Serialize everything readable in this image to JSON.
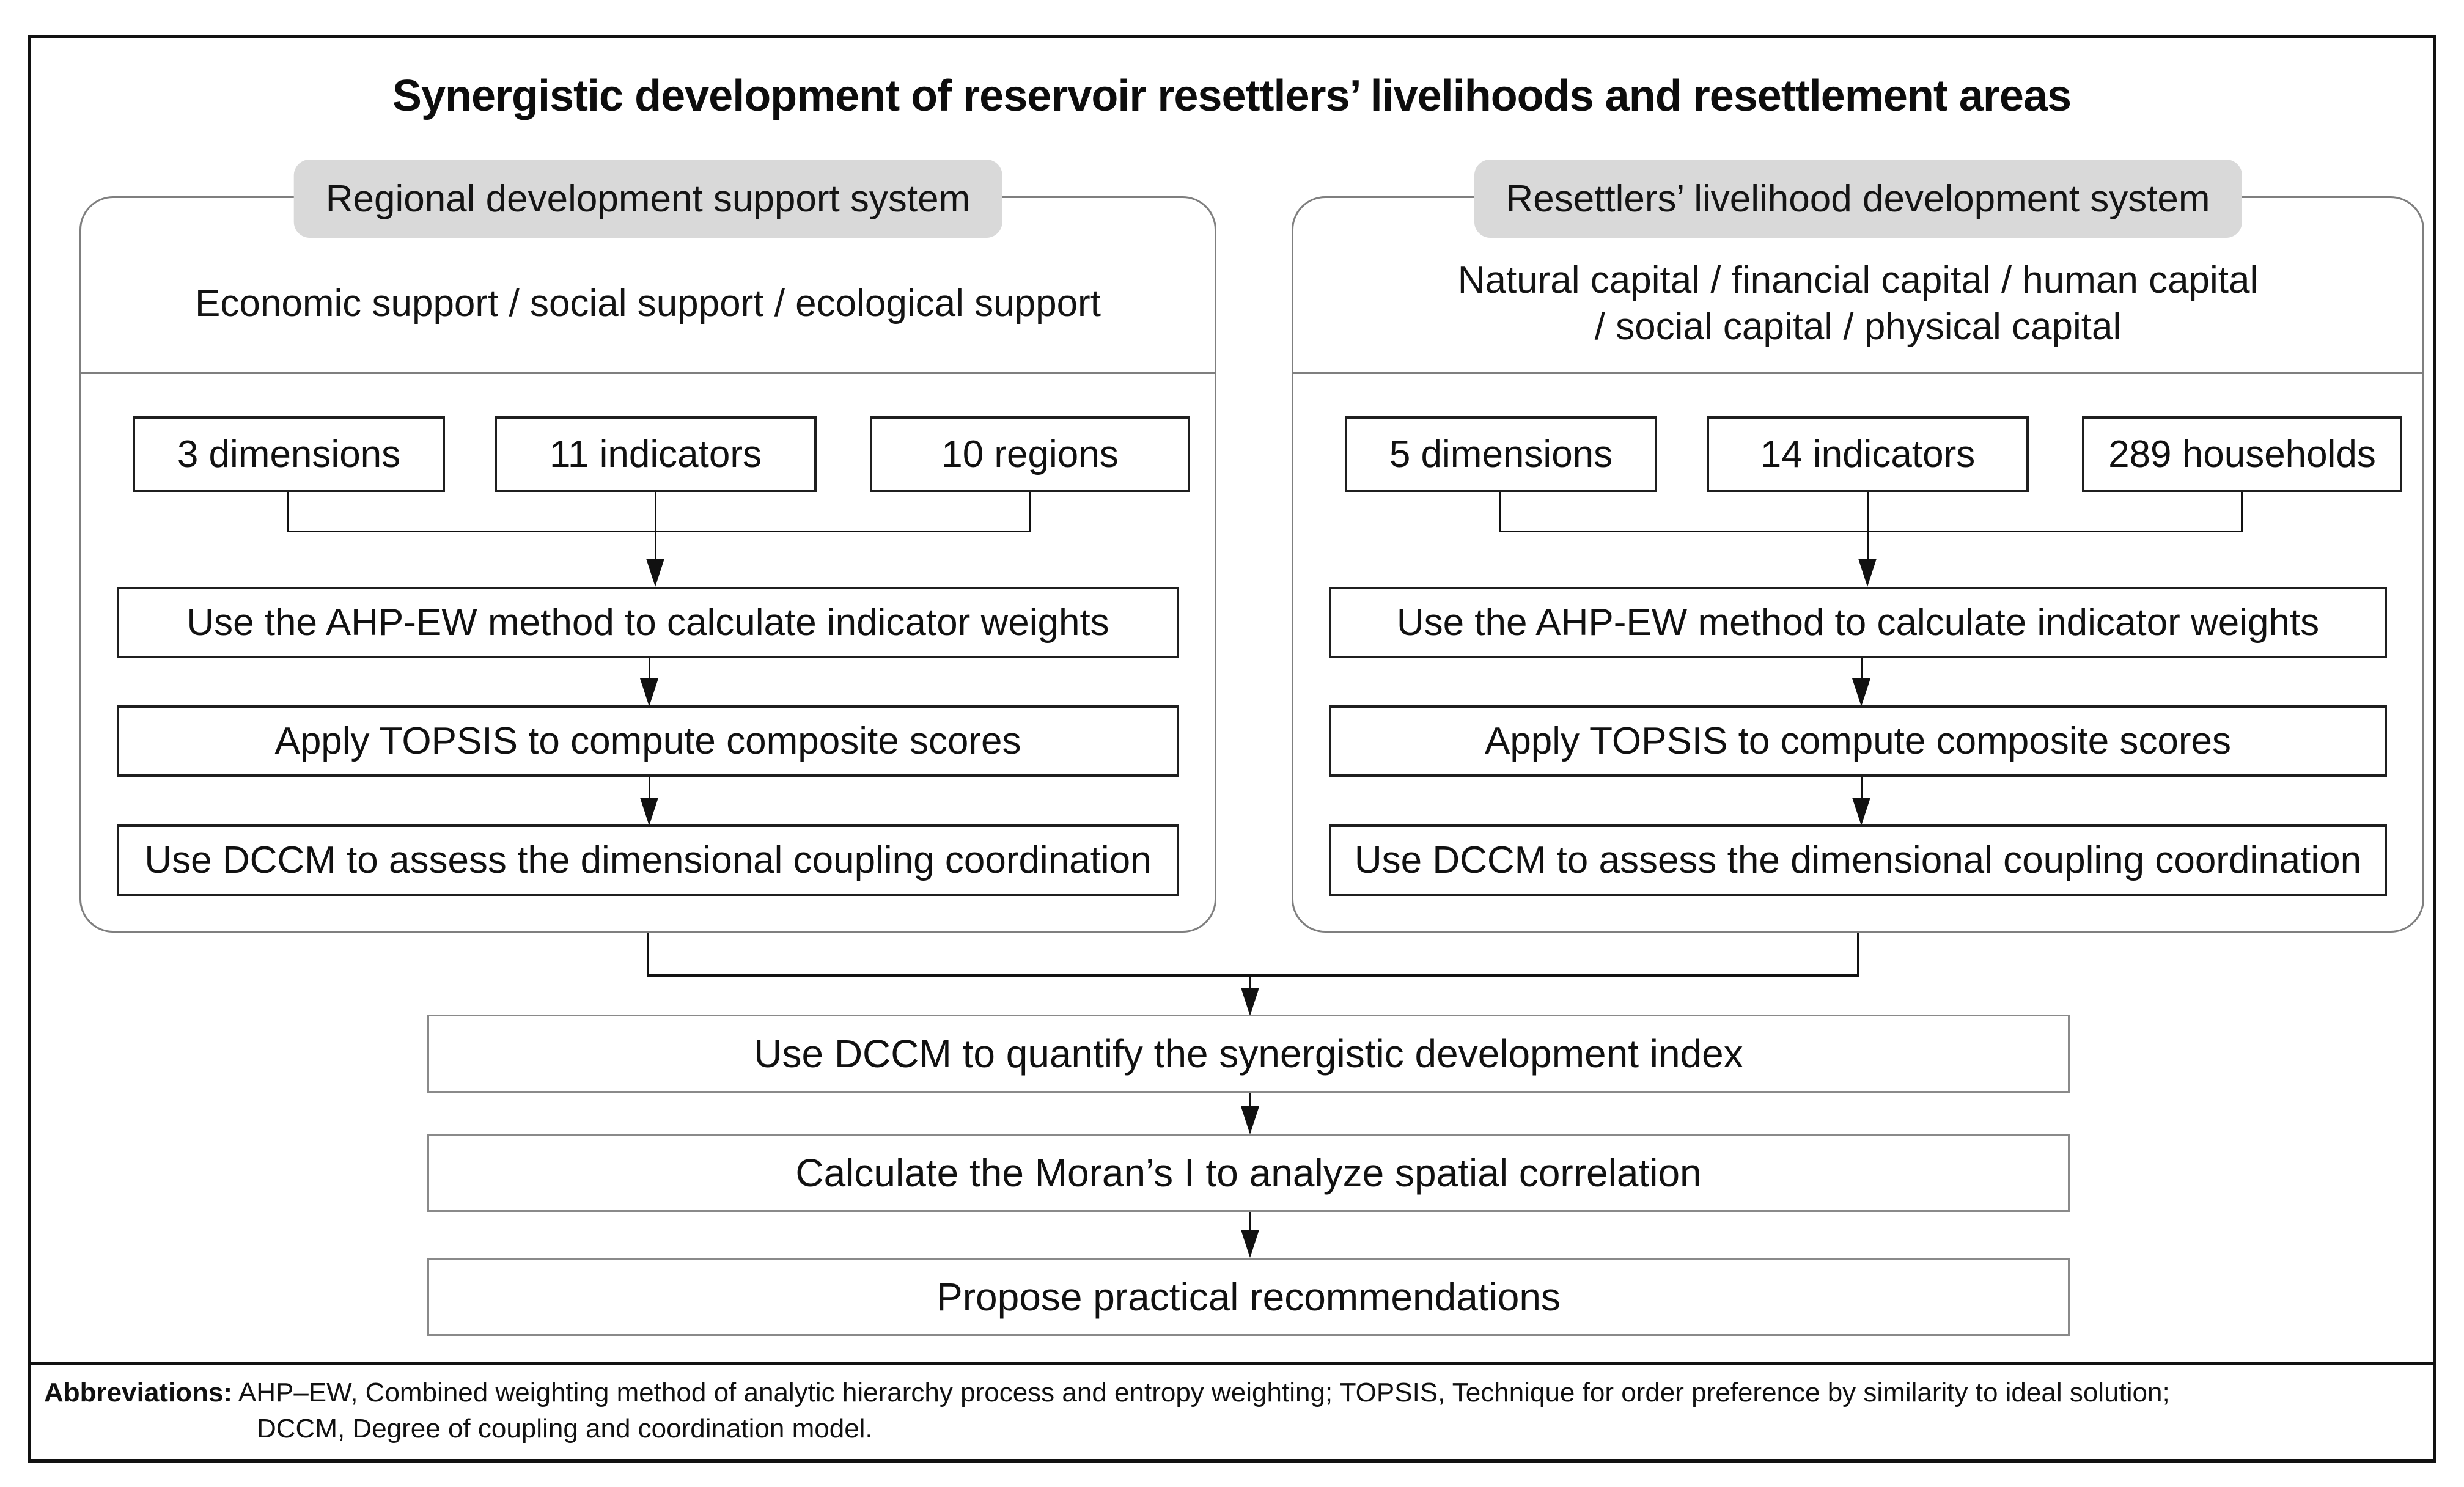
{
  "title": "Synergistic development of reservoir resettlers’ livelihoods and resettlement areas",
  "panels": [
    {
      "tab": "Regional development support system",
      "description_line1": "Economic support / social support / ecological support",
      "inputs": [
        "3 dimensions",
        "11 indicators",
        "10 regions"
      ],
      "steps": [
        "Use the AHP-EW method to calculate indicator weights",
        "Apply TOPSIS to compute composite scores",
        "Use DCCM to assess the dimensional coupling coordination"
      ]
    },
    {
      "tab": "Resettlers’ livelihood development system",
      "description_line1": "Natural capital / financial capital / human capital",
      "description_line2": "/ social capital / physical capital",
      "inputs": [
        "5 dimensions",
        "14 indicators",
        "289 households"
      ],
      "steps": [
        "Use the AHP-EW method to calculate indicator weights",
        "Apply TOPSIS to compute composite scores",
        "Use DCCM to assess the dimensional coupling coordination"
      ]
    }
  ],
  "bottom_steps": [
    "Use DCCM to quantify the synergistic development index",
    "Calculate the Moran’s I to analyze spatial correlation",
    "Propose practical recommendations"
  ],
  "abbreviations": {
    "label": "Abbreviations:",
    "line1": "AHP–EW, Combined weighting method of analytic hierarchy process and entropy weighting; TOPSIS, Technique for order preference by similarity to ideal solution;",
    "line2": "DCCM, Degree of coupling and coordination model."
  },
  "colors": {
    "tab_fill": "#d9d9d9",
    "panel_border": "#7f7f7f",
    "box_border": "#1f1f1f",
    "wide_box_border": "#8a8a8a",
    "line": "#111111",
    "background": "#ffffff",
    "text": "#111111"
  }
}
